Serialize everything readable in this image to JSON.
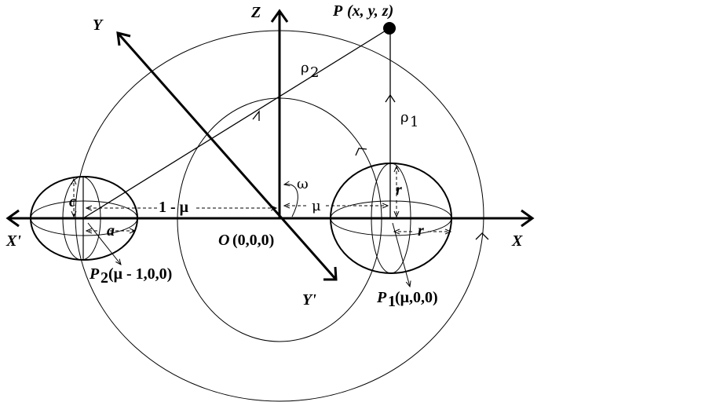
{
  "labels": {
    "z_axis": "Z",
    "y_axis": "Y",
    "y_prime": "Y'",
    "x_axis": "X",
    "x_prime": "X'",
    "point_p": "P",
    "point_p_coords": "(x, y, z)",
    "origin": "O",
    "origin_coords": "(0,0,0)",
    "rho1": "ρ",
    "rho1_sub": "1",
    "rho2": "ρ",
    "rho2_sub": "2",
    "omega": "ω",
    "mu": "μ",
    "one_minus_mu": "1 - μ",
    "c": "c",
    "a": "a",
    "r_vertical": "r",
    "r_horizontal": "r",
    "p1": "P",
    "p1_sub": "1",
    "p1_coords": "(μ,0,0)",
    "p2": "P",
    "p2_sub": "2",
    "p2_coords": "(μ - 1,0,0)"
  },
  "colors": {
    "stroke": "#000000",
    "background": "#ffffff"
  }
}
